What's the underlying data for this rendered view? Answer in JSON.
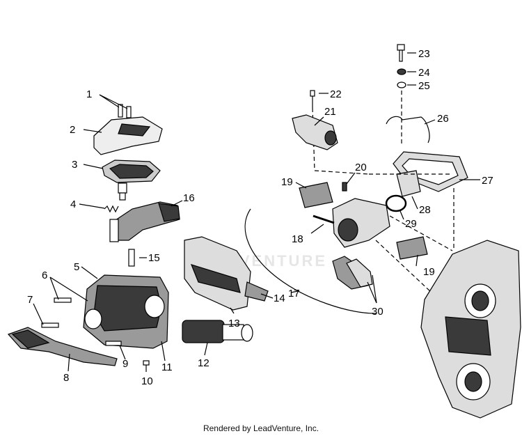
{
  "callouts": {
    "c1": "1",
    "c2": "2",
    "c3": "3",
    "c4": "4",
    "c5": "5",
    "c6": "6",
    "c7": "7",
    "c8": "8",
    "c9": "9",
    "c10": "10",
    "c11": "11",
    "c12": "12",
    "c13": "13",
    "c14": "14",
    "c15": "15",
    "c16": "16",
    "c17": "17",
    "c18": "18",
    "c19a": "19",
    "c19b": "19",
    "c20": "20",
    "c21": "21",
    "c22": "22",
    "c23": "23",
    "c24": "24",
    "c25": "25",
    "c26": "26",
    "c27": "27",
    "c28": "28",
    "c29": "29",
    "c30": "30"
  },
  "watermark": "LEADVENTURE",
  "footer": "Rendered by LeadVenture, Inc.",
  "colors": {
    "line": "#000000",
    "dark_fill": "#3a3a3a",
    "mid_fill": "#9a9a9a",
    "watermark": "#e6e6e6"
  }
}
